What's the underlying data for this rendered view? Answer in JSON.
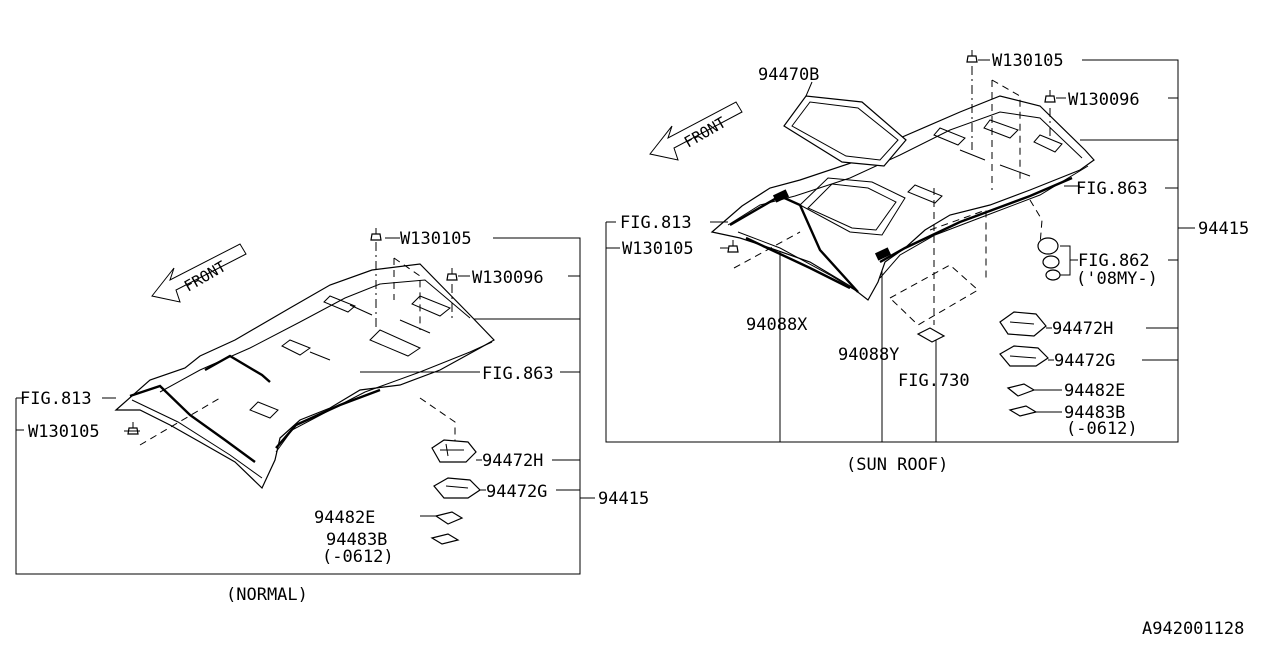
{
  "diagram_code": "A942001128",
  "normal": {
    "caption": "(NORMAL)",
    "front": "FRONT",
    "labels": {
      "w130105_top": "W130105",
      "w130096": "W130096",
      "fig863": "FIG.863",
      "fig813": "FIG.813",
      "w130105_left": "W130105",
      "p94472h": "94472H",
      "p94472g": "94472G",
      "p94415": "94415",
      "p94482e": "94482E",
      "p94483b": "94483B",
      "p94483b_note": "(-0612)"
    }
  },
  "sunroof": {
    "caption": "(SUN ROOF)",
    "front": "FRONT",
    "labels": {
      "p94470b": "94470B",
      "w130105_top": "W130105",
      "w130096": "W130096",
      "fig863": "FIG.863",
      "p94415": "94415",
      "fig862": "FIG.862",
      "fig862_note": "('08MY-)",
      "fig813": "FIG.813",
      "w130105_left": "W130105",
      "p94088x": "94088X",
      "p94088y": "94088Y",
      "fig730": "FIG.730",
      "p94472h": "94472H",
      "p94472g": "94472G",
      "p94482e": "94482E",
      "p94483b": "94483B",
      "p94483b_note": "(-0612)"
    }
  }
}
